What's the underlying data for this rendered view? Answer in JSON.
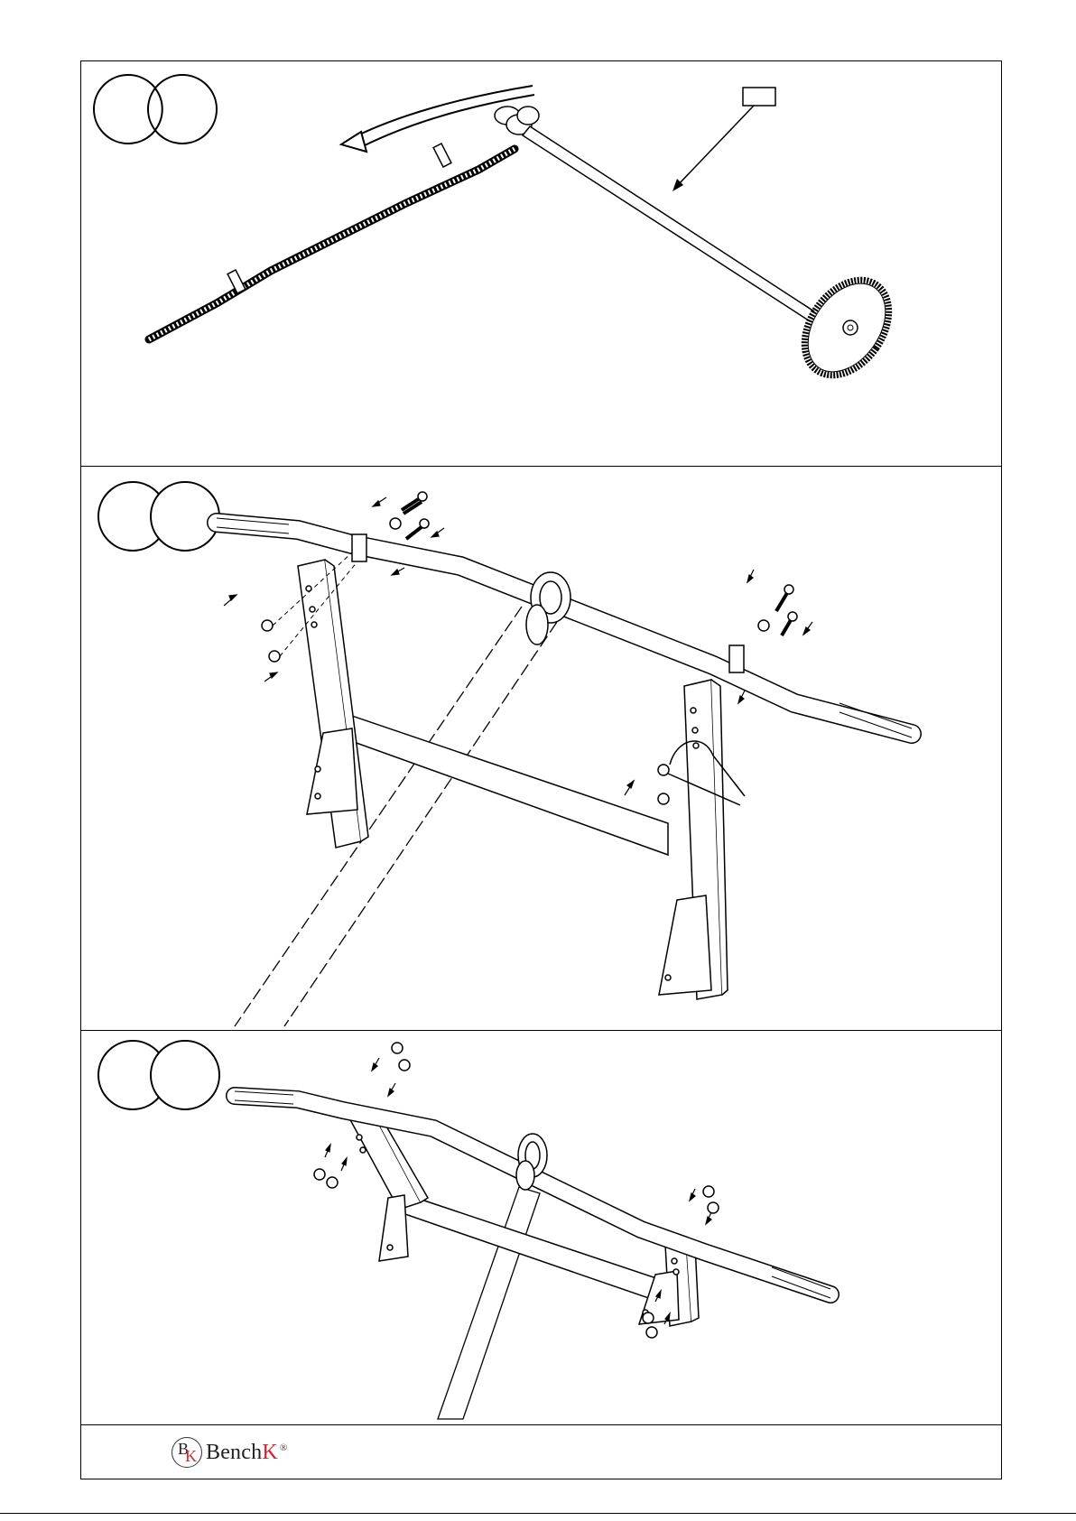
{
  "steps": [
    {
      "id": "step-1",
      "badge_label": "",
      "part_callout_label": ""
    },
    {
      "id": "step-2",
      "badge_label": ""
    },
    {
      "id": "step-3",
      "badge_label": ""
    }
  ],
  "footer": {
    "brand_first": "Bench",
    "brand_second": "K",
    "registered_mark": "®",
    "logo_letters": "BK"
  },
  "colors": {
    "line": "#000000",
    "accent": "#d4252b"
  },
  "icons": [
    "curved-arrow-icon",
    "bolt-icon",
    "nut-icon",
    "washer-icon",
    "end-cap-icon",
    "assembly-arrow-icon"
  ]
}
